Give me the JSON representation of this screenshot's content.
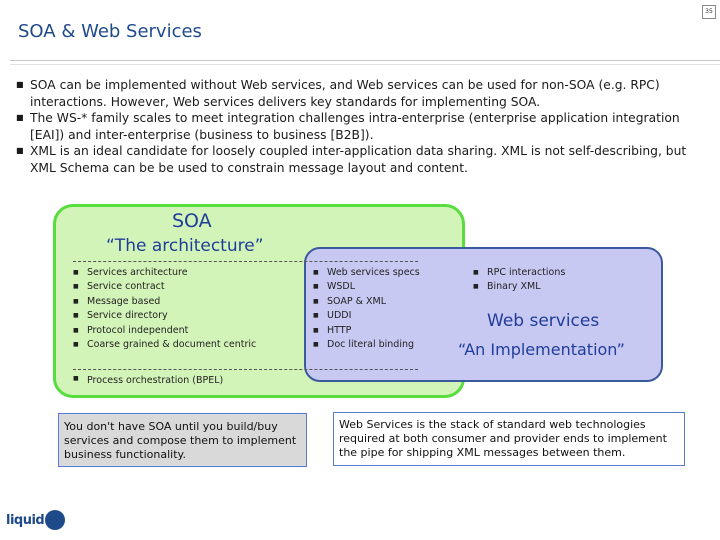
{
  "slide": {
    "page_number": "35",
    "title": "SOA & Web Services"
  },
  "bullets": [
    "SOA can be implemented without Web services, and Web services can be used for non-SOA (e.g. RPC) interactions. However, Web services delivers key standards for implementing SOA.",
    "The WS-* family scales to meet integration challenges intra-enterprise (enterprise application integration [EAI]) and inter-enterprise (business to business [B2B]).",
    "XML is an ideal candidate for loosely coupled inter-application data sharing. XML is not self-describing, but XML Schema can be be used to constrain message layout and content."
  ],
  "soa": {
    "title": "SOA",
    "subtitle": "“The architecture”",
    "items": [
      "Services architecture",
      "Service contract",
      "Message based",
      "Service directory",
      "Protocol independent",
      "Coarse grained & document centric"
    ],
    "bottom_item": "Process orchestration (BPEL)"
  },
  "shared": {
    "items": [
      "Web services specs",
      "WSDL",
      "SOAP & XML",
      "UDDI",
      "HTTP",
      "Doc literal binding"
    ]
  },
  "ws": {
    "title": "Web services",
    "subtitle": "“An Implementation”",
    "items": [
      "RPC interactions",
      "Binary XML"
    ]
  },
  "notes": {
    "left": "You don't have SOA until you build/buy services and compose them to implement business functionality.",
    "right": "Web Services is the stack of standard web technologies required at both consumer and provider ends to implement the pipe for shipping XML messages between them."
  },
  "logo": {
    "text": "liquid"
  },
  "colors": {
    "title": "#1f4a8a",
    "soa_fill": "#d3f4b9",
    "soa_border": "#57dd3e",
    "ws_fill": "#c8c9f2",
    "ws_border": "#3a5a9e"
  }
}
